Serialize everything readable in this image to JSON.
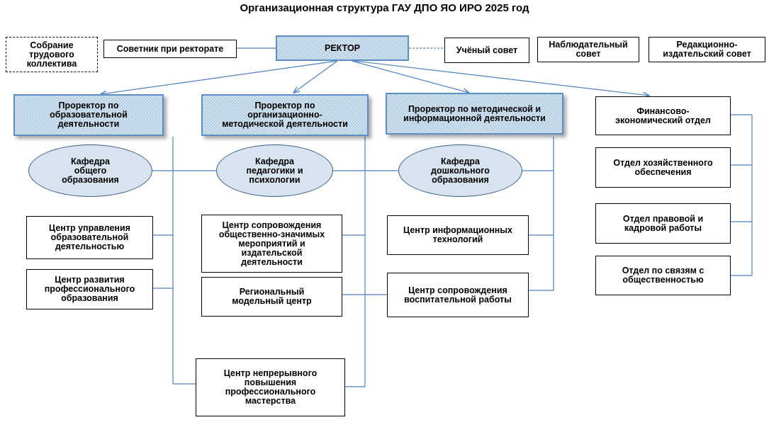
{
  "title": "Организационная структура ГАУ ДПО ЯО ИРО 2025 год",
  "top_row": {
    "assembly": "Собрание\nтрудового\nколлектива",
    "advisor": "Советник при ректорате",
    "rector": "РЕКТОР",
    "academic_council": "Учёный совет",
    "supervisory_board": "Наблюдательный\nсовет",
    "editorial_council": "Редакционно-\nиздательский совет"
  },
  "vice_rectors": {
    "educational": "Проректор по\nобразовательной\nдеятельности",
    "organizational": "Проректор по\nорганизационно-\nметодической деятельности",
    "methodical": "Проректор по методической и\nинформационной деятельности"
  },
  "departments": {
    "general_education": "Кафедра\nобщего\nобразования",
    "pedagogy": "Кафедра\nпедагогики и\nпсихологии",
    "preschool": "Кафедра\nдошкольного\nобразования"
  },
  "centers": {
    "management": "Центр управления\nобразовательной\nдеятельностью",
    "professional_dev": "Центр развития\nпрофессионального\nобразования",
    "public_events": "Центр сопровождения\nобщественно-значимых\nмероприятий и\nиздательской\nдеятельности",
    "regional_model": "Региональный\nмодельный центр",
    "it": "Центр информационных\nтехнологий",
    "upbringing": "Центр сопровождения\nвоспитательной работы",
    "continuous": "Центр непрерывного\nповышения\nпрофессионального\nмастерства"
  },
  "right_column": {
    "finance": "Финансово-\nэкономический отдел",
    "household": "Отдел хозяйственного\nобеспечения",
    "legal_hr": "Отдел правовой и\nкадровой работы",
    "pr": "Отдел по связям с\nобщественностью"
  },
  "colors": {
    "connector": "#4f81bd",
    "connector_dark": "#4a76a8",
    "hatch_fill": "#d6e7f3",
    "ellipse_fill": "#d7e4f0"
  }
}
